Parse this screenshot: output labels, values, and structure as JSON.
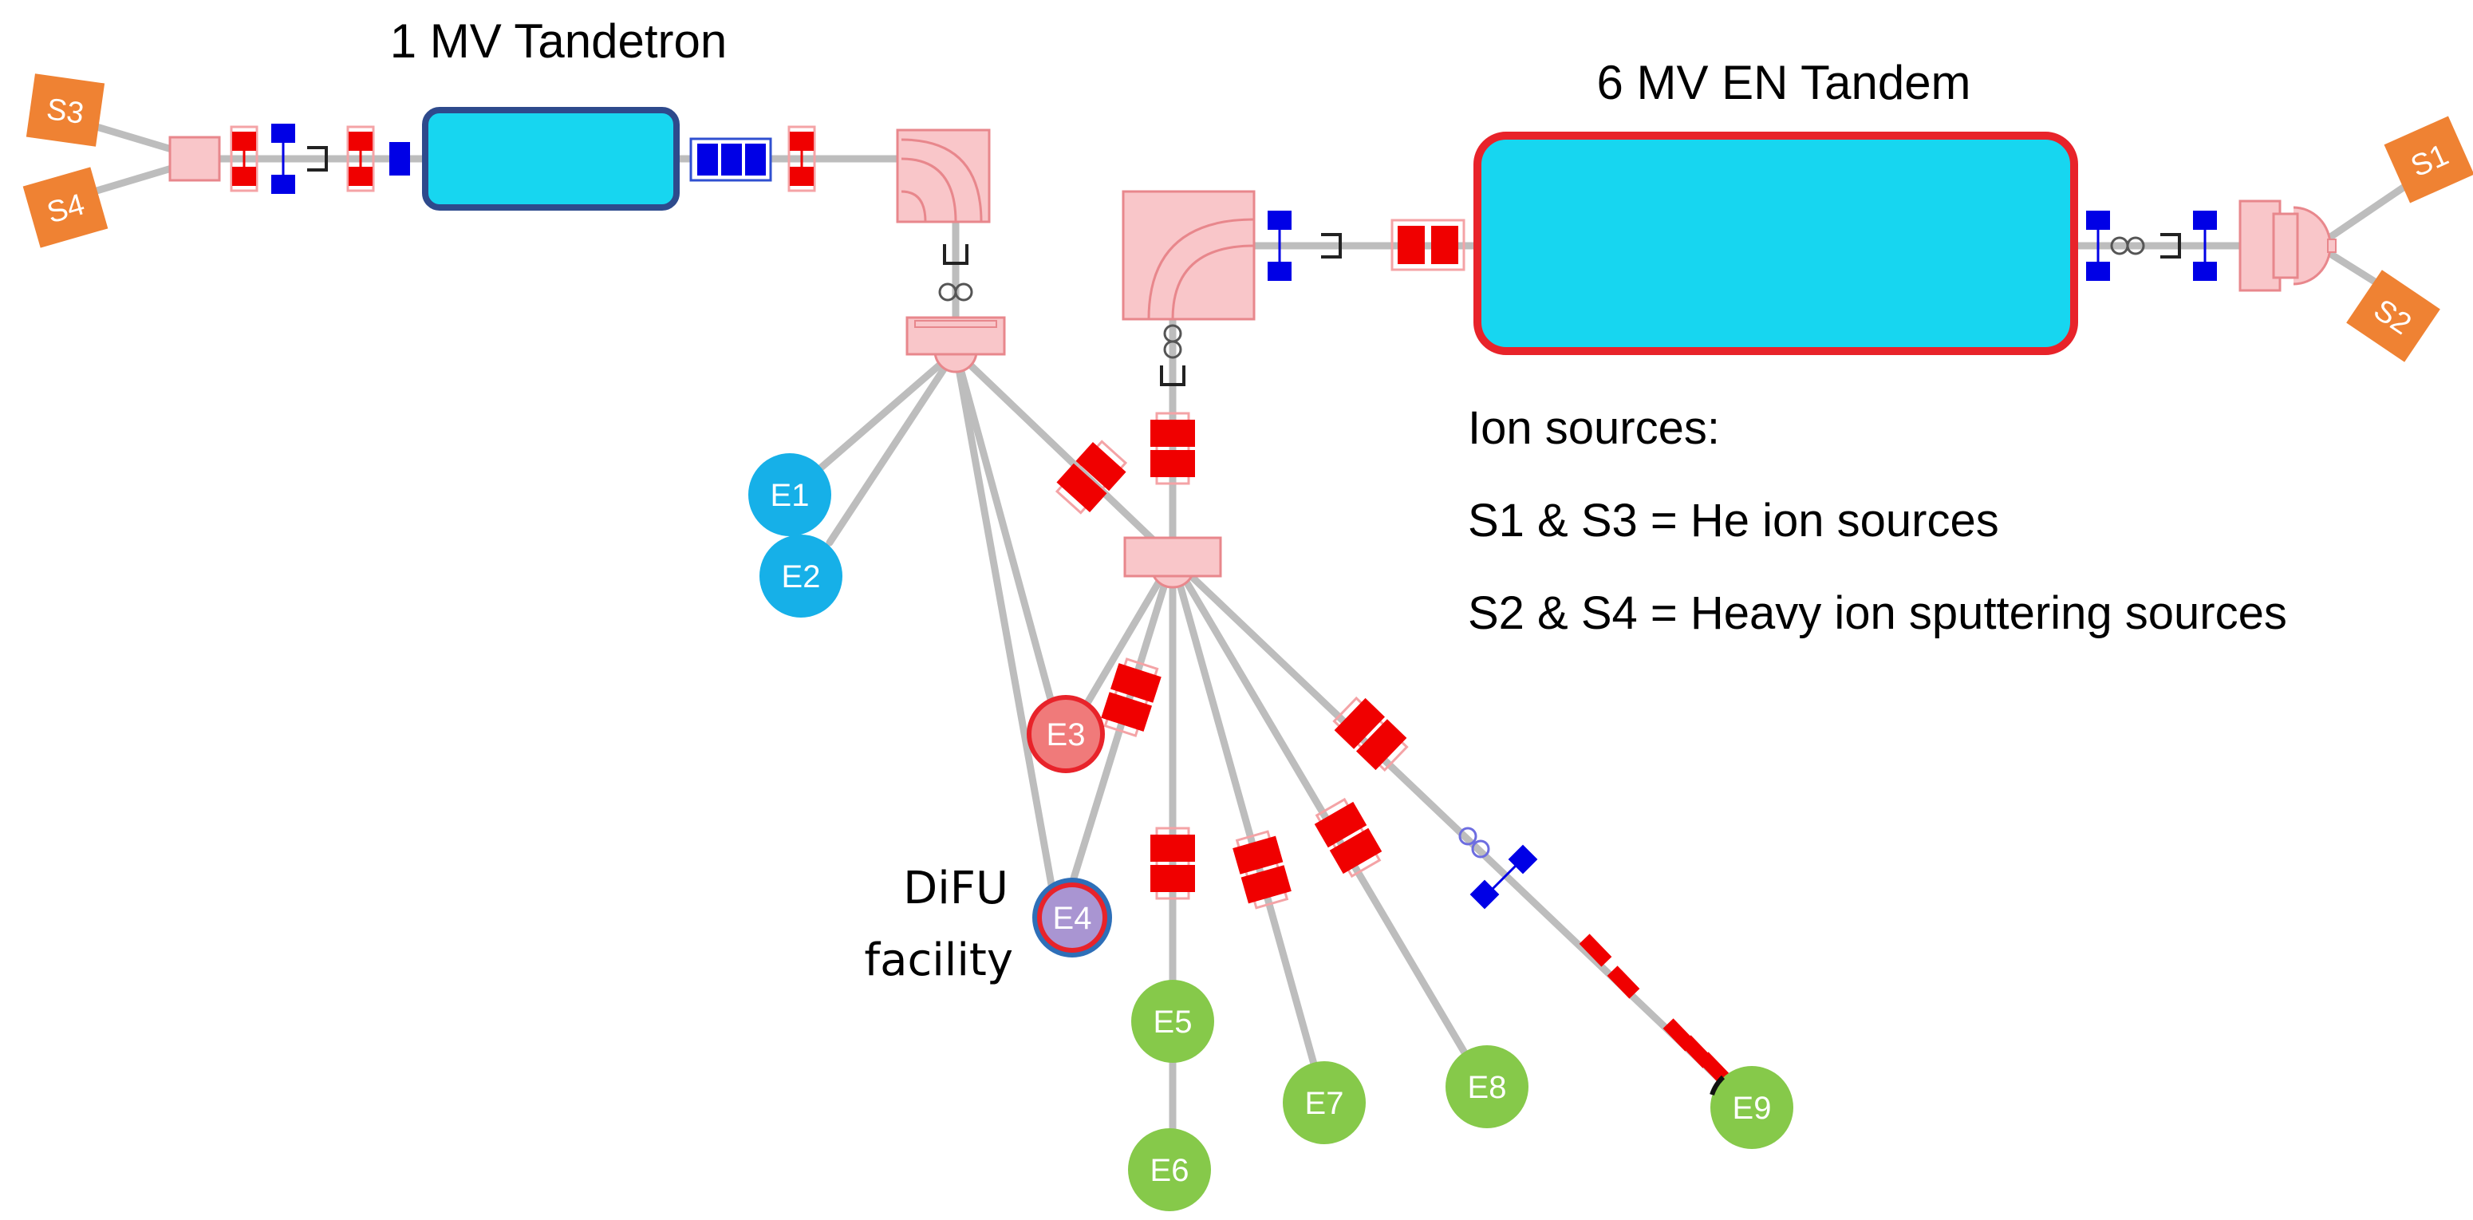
{
  "titles": {
    "tandetron": "1 MV Tandetron",
    "en_tandem": "6 MV EN Tandem"
  },
  "legend": {
    "heading": "Ion sources:",
    "line1": "S1 & S3 = He ion sources",
    "line2": "S2 & S4 = Heavy ion sputtering sources"
  },
  "difu": {
    "line1": "DiFU",
    "line2": "facility"
  },
  "sources": {
    "S1": "S1",
    "S2": "S2",
    "S3": "S3",
    "S4": "S4"
  },
  "endstations": {
    "E1": "E1",
    "E2": "E2",
    "E3": "E3",
    "E4": "E4",
    "E5": "E5",
    "E6": "E6",
    "E7": "E7",
    "E8": "E8",
    "E9": "E9"
  },
  "colors": {
    "beamline": "#bdbdbd",
    "accelerator_fill": "#17d6f0",
    "tandetron_border": "#2e4a8c",
    "tandem_border": "#e8232a",
    "source_fill": "#ef8233",
    "endstation_blue": "#16b0e8",
    "endstation_red": "#f07a7a",
    "endstation_purple": "#a995d2",
    "endstation_green": "#86c94a",
    "magnet_fill": "#f9c6c9",
    "magnet_border": "#e8878c",
    "quad_red": "#f00000",
    "steerer_blue": "#0000e6"
  }
}
